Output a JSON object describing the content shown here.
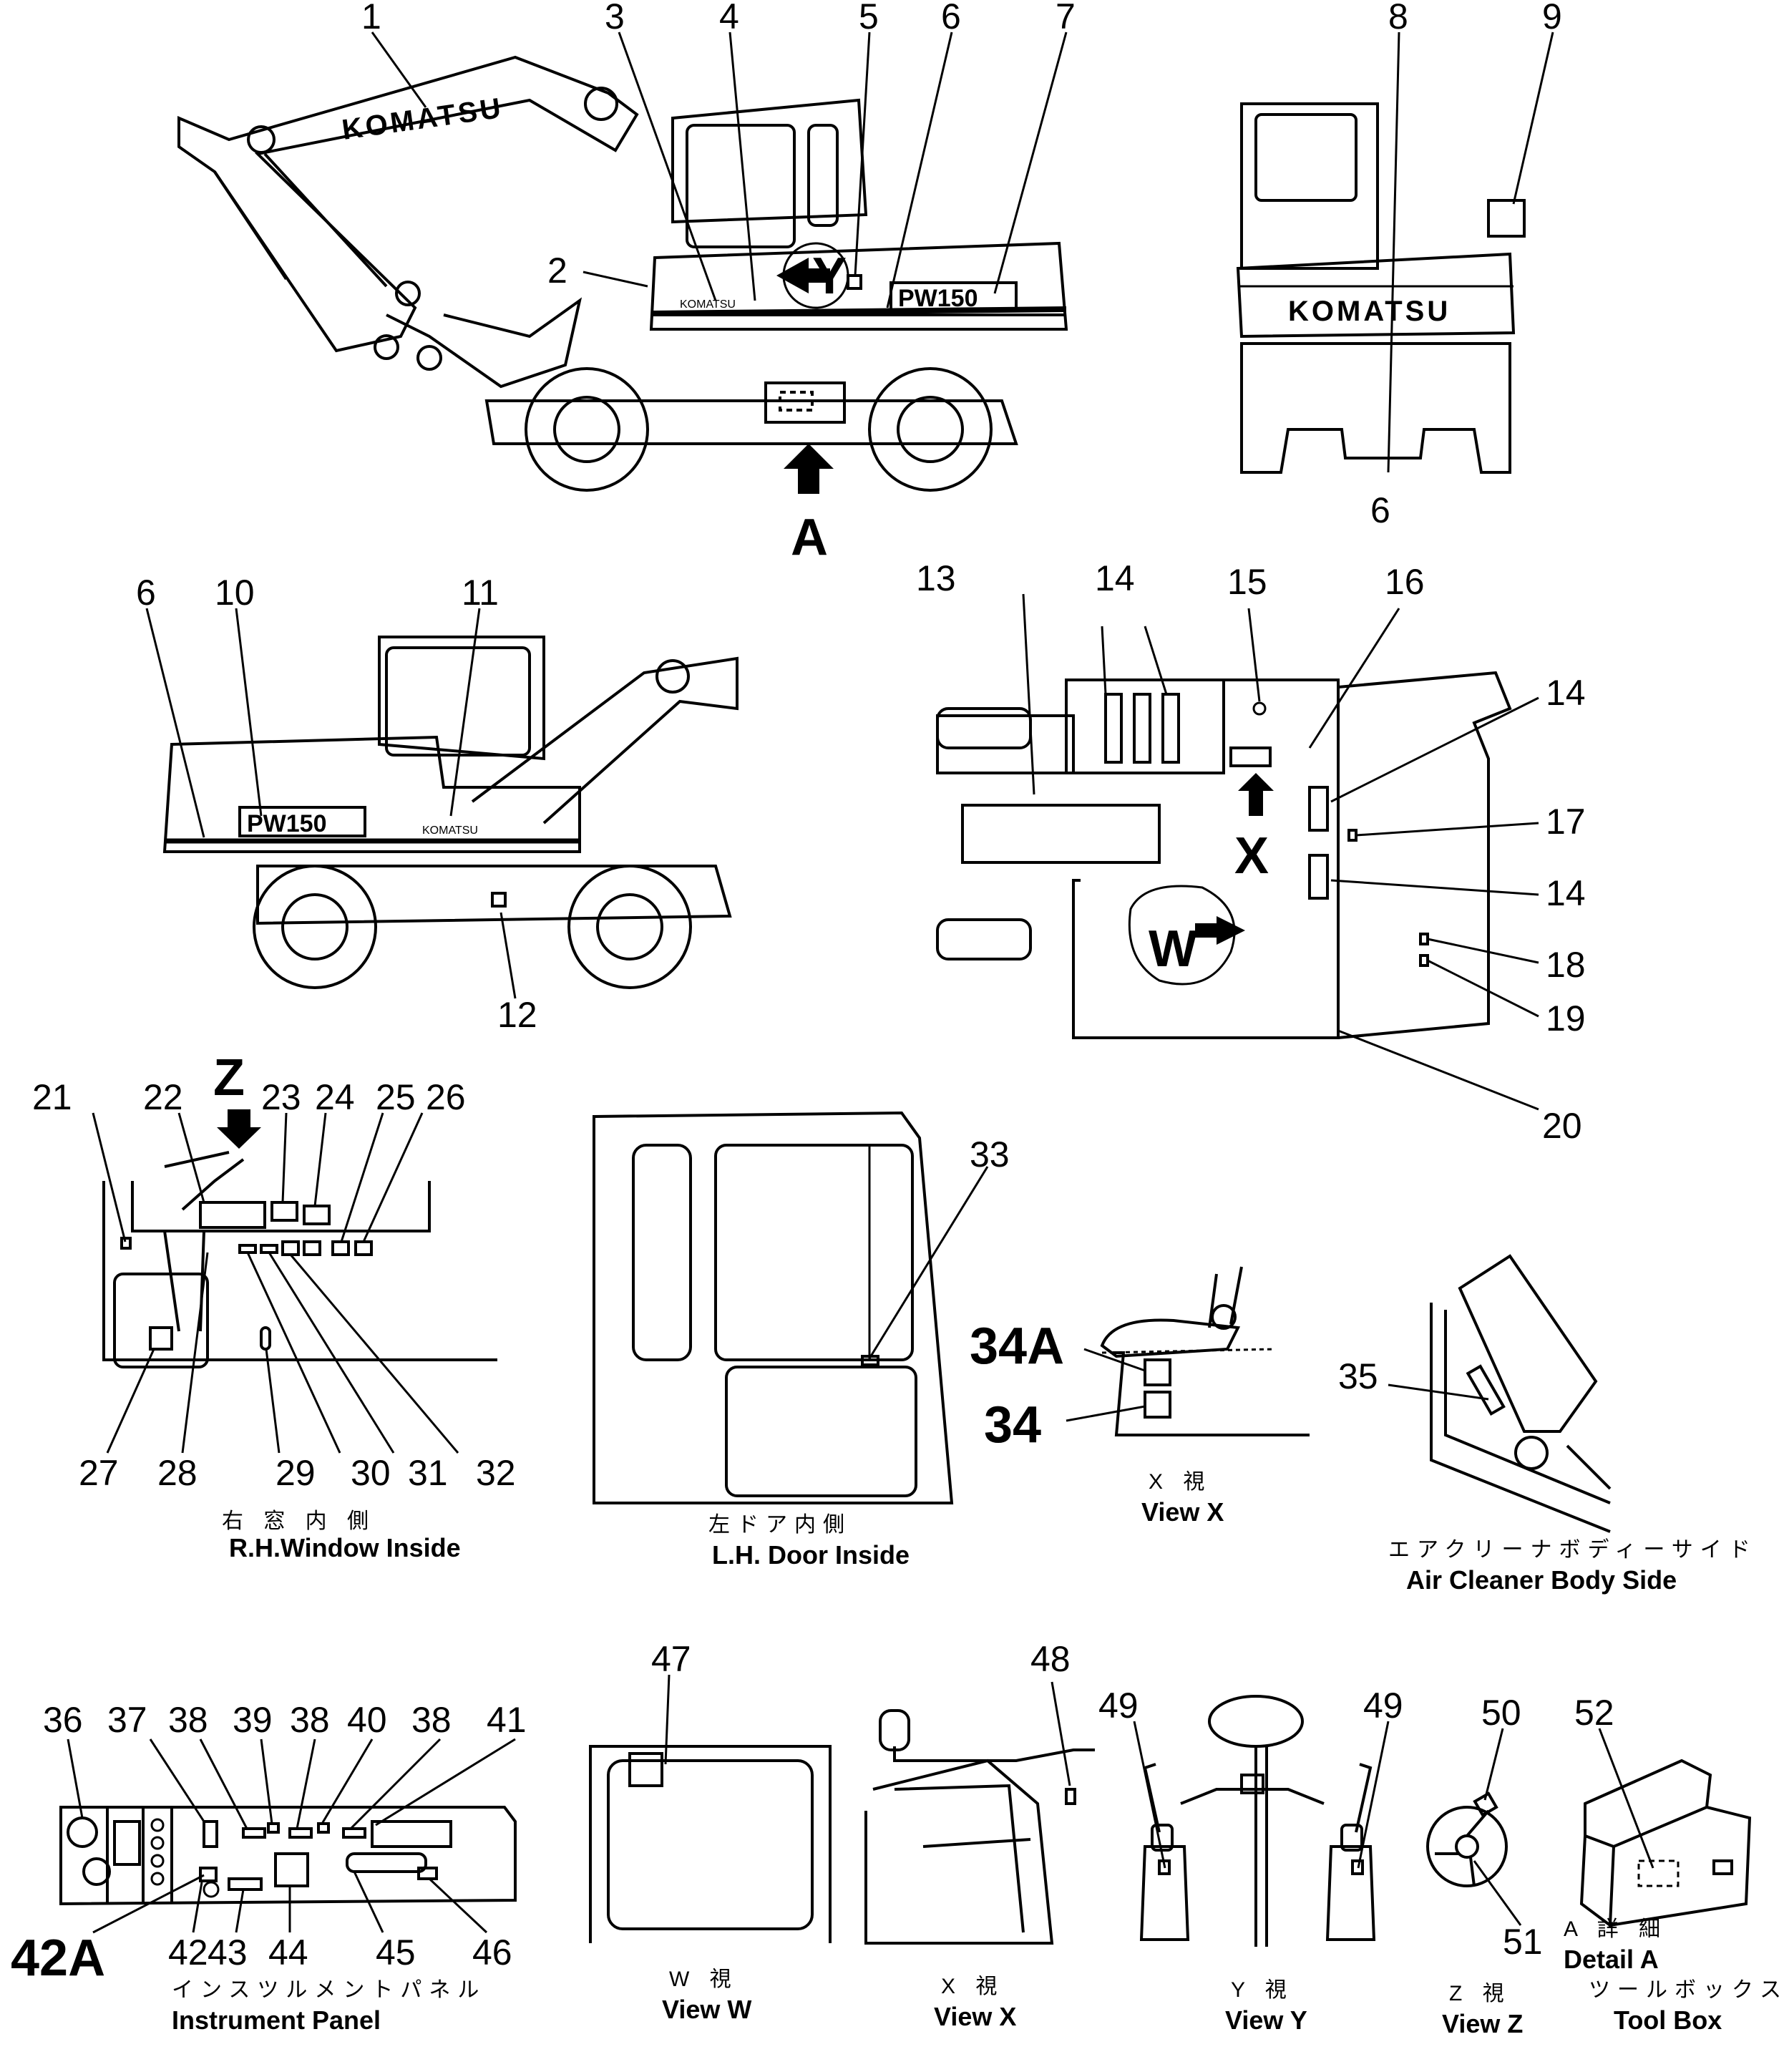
{
  "callouts": {
    "c1": "1",
    "c2": "2",
    "c3": "3",
    "c4": "4",
    "c5": "5",
    "c6a": "6",
    "c7": "7",
    "c8": "8",
    "c9": "9",
    "c6b": "6",
    "c6c": "6",
    "c10": "10",
    "c11": "11",
    "c12": "12",
    "c13": "13",
    "c14a": "14",
    "c15": "15",
    "c16": "16",
    "c14b": "14",
    "c17": "17",
    "c14c": "14",
    "c18": "18",
    "c19": "19",
    "c20": "20",
    "c21": "21",
    "c22": "22",
    "c23": "23",
    "c24": "24",
    "c25": "25",
    "c26": "26",
    "c27": "27",
    "c28": "28",
    "c29": "29",
    "c30": "30",
    "c31": "31",
    "c32": "32",
    "c33": "33",
    "c34A": "34A",
    "c34": "34",
    "c35": "35",
    "c36": "36",
    "c37": "37",
    "c38a": "38",
    "c39": "39",
    "c38b": "38",
    "c40": "40",
    "c38c": "38",
    "c41": "41",
    "c42A": "42A",
    "c42": "42",
    "c43": "43",
    "c44": "44",
    "c45": "45",
    "c46": "46",
    "c47": "47",
    "c48": "48",
    "c49a": "49",
    "c49b": "49",
    "c50": "50",
    "c51": "51",
    "c52": "52"
  },
  "view_letters": {
    "A": "A",
    "X": "X",
    "Y": "Y",
    "W": "W",
    "Z": "Z"
  },
  "decal_text": {
    "logo": "KOMATSU",
    "model": "PW150",
    "small_logo": "KOMATSU"
  },
  "captions": {
    "rh_window_jp": "右 窓 内 側",
    "rh_window_en": "R.H.Window Inside",
    "lh_door_jp": "左ドア内側",
    "lh_door_en": "L.H. Door Inside",
    "view_x_jp": "X 視",
    "view_x_en": "View X",
    "air_cleaner_jp": "エアクリーナボディーサイド",
    "air_cleaner_en": "Air Cleaner Body Side",
    "instrument_jp": "インスツルメントパネル",
    "instrument_en": "Instrument Panel",
    "view_w_jp": "W 視",
    "view_w_en": "View W",
    "view_x2_jp": "X 視",
    "view_x2_en": "View X",
    "view_y_jp": "Y 視",
    "view_y_en": "View Y",
    "view_z_jp": "Z 視",
    "view_z_en": "View Z",
    "detail_a_jp": "A 詳 細",
    "detail_a_en": "Detail A",
    "toolbox_jp": "ツールボックス",
    "toolbox_en": "Tool Box"
  }
}
